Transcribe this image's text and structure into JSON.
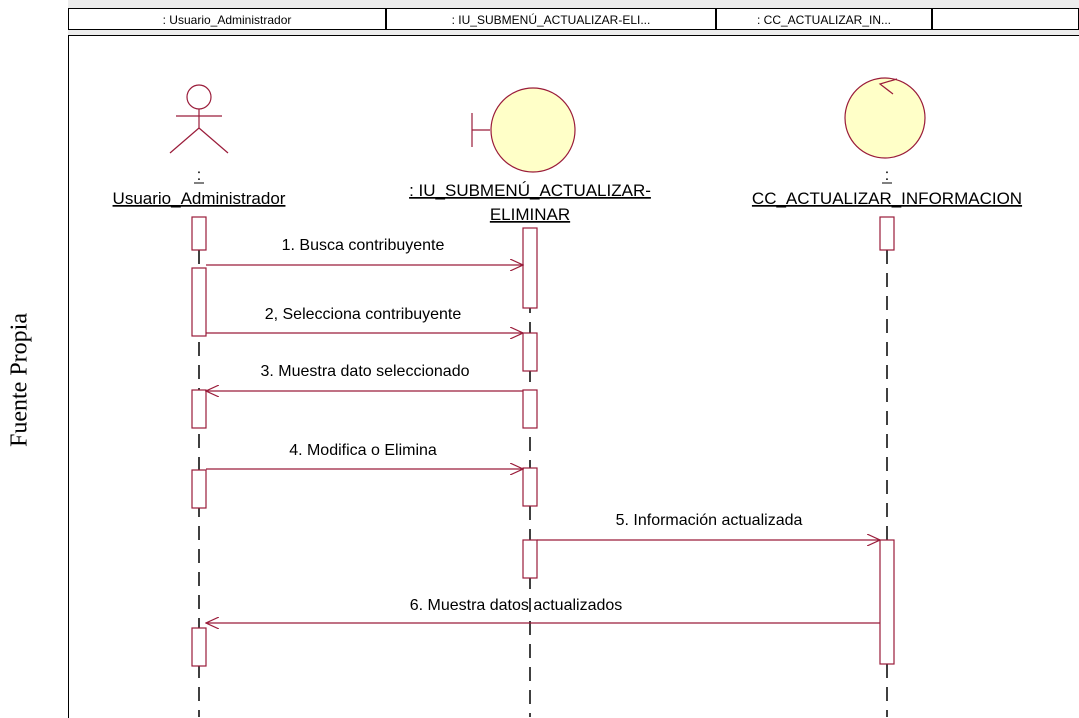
{
  "caption": "Fuente Propia",
  "tabs": [
    ": Usuario_Administrador",
    ": IU_SUBMENÚ_ACTUALIZAR-ELI...",
    ": CC_ACTUALIZAR_IN..."
  ],
  "actors": [
    {
      "colon": ":",
      "name_line1": "Usuario_Administrador",
      "name_line2": ""
    },
    {
      "colon": "",
      "name_line1": ": IU_SUBMENÚ_ACTUALIZAR-",
      "name_line2": "ELIMINAR"
    },
    {
      "colon": ":",
      "name_line1": "CC_ACTUALIZAR_INFORMACION",
      "name_line2": ""
    }
  ],
  "messages": [
    "1. Busca contribuyente",
    "2, Selecciona contribuyente",
    "3. Muestra dato seleccionado",
    "4. Modifica o Elimina",
    "5. Información actualizada",
    "6. Muestra datos actualizados"
  ],
  "colors": {
    "line": "#9a1c3a",
    "fill": "#ffffc8",
    "dash": "#000000"
  }
}
